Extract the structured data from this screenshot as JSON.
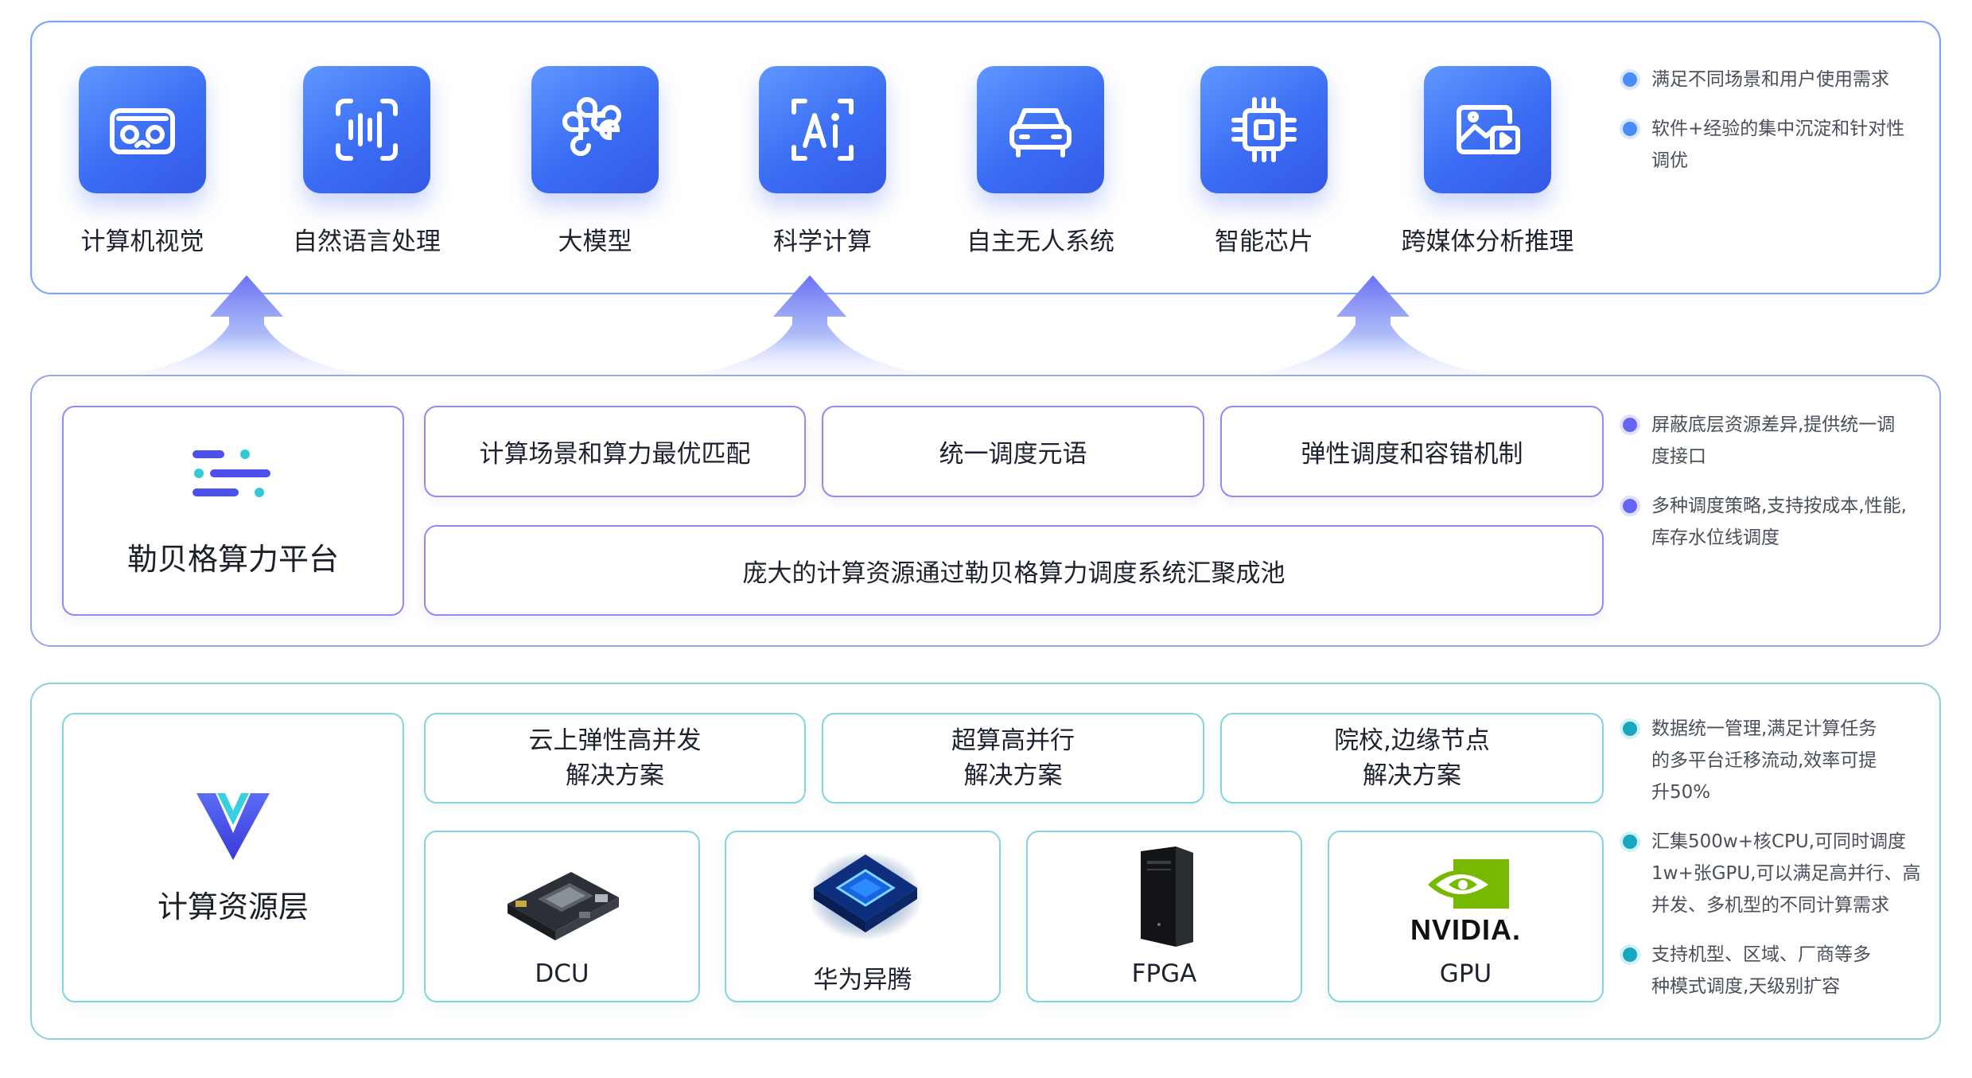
{
  "top_layer": {
    "items": [
      {
        "icon": "vr-headset-icon",
        "label": "计算机视觉"
      },
      {
        "icon": "voice-wave-icon",
        "label": "自然语言处理"
      },
      {
        "icon": "network-knot-icon",
        "label": "大模型"
      },
      {
        "icon": "ai-scan-icon",
        "label": "科学计算"
      },
      {
        "icon": "car-icon",
        "label": "自主无人系统"
      },
      {
        "icon": "chip-icon",
        "label": "智能芯片"
      },
      {
        "icon": "media-image-icon",
        "label": "跨媒体分析推理"
      }
    ],
    "notes": [
      "满足不同场景和用户使用需求",
      "软件+经验的集中沉淀和针对性",
      "调优"
    ]
  },
  "platform_layer": {
    "title": "勒贝格算力平台",
    "features": [
      "计算场景和算力最优匹配",
      "统一调度元语",
      "弹性调度和容错机制"
    ],
    "pool": "庞大的计算资源通过勒贝格算力调度系统汇聚成池",
    "notes": [
      [
        "屏蔽底层资源差异,提供统一调",
        "度接口"
      ],
      [
        "多种调度策略,支持按成本,性能,",
        "库存水位线调度"
      ]
    ]
  },
  "resource_layer": {
    "title": "计算资源层",
    "solutions": [
      [
        "云上弹性高并发",
        "解决方案"
      ],
      [
        "超算高并行",
        "解决方案"
      ],
      [
        "院校,边缘节点",
        "解决方案"
      ]
    ],
    "hardware": [
      "DCU",
      "华为异腾",
      "FPGA",
      "GPU"
    ],
    "nvidia_logo_text": "NVIDIA.",
    "notes": [
      [
        "数据统一管理,满足计算任务",
        "的多平台迁移流动,效率可提",
        "升50%"
      ],
      [
        "汇集500w+核CPU,可同时调度",
        "1w+张GPU,可以满足高并行、高",
        "并发、多机型的不同计算需求"
      ],
      [
        "支持机型、区域、厂商等多",
        "种模式调度,天级别扩容"
      ]
    ]
  },
  "colors": {
    "accent_blue": "#3f6ef3",
    "accent_purple": "#6565f2",
    "accent_teal": "#19a6bf"
  }
}
